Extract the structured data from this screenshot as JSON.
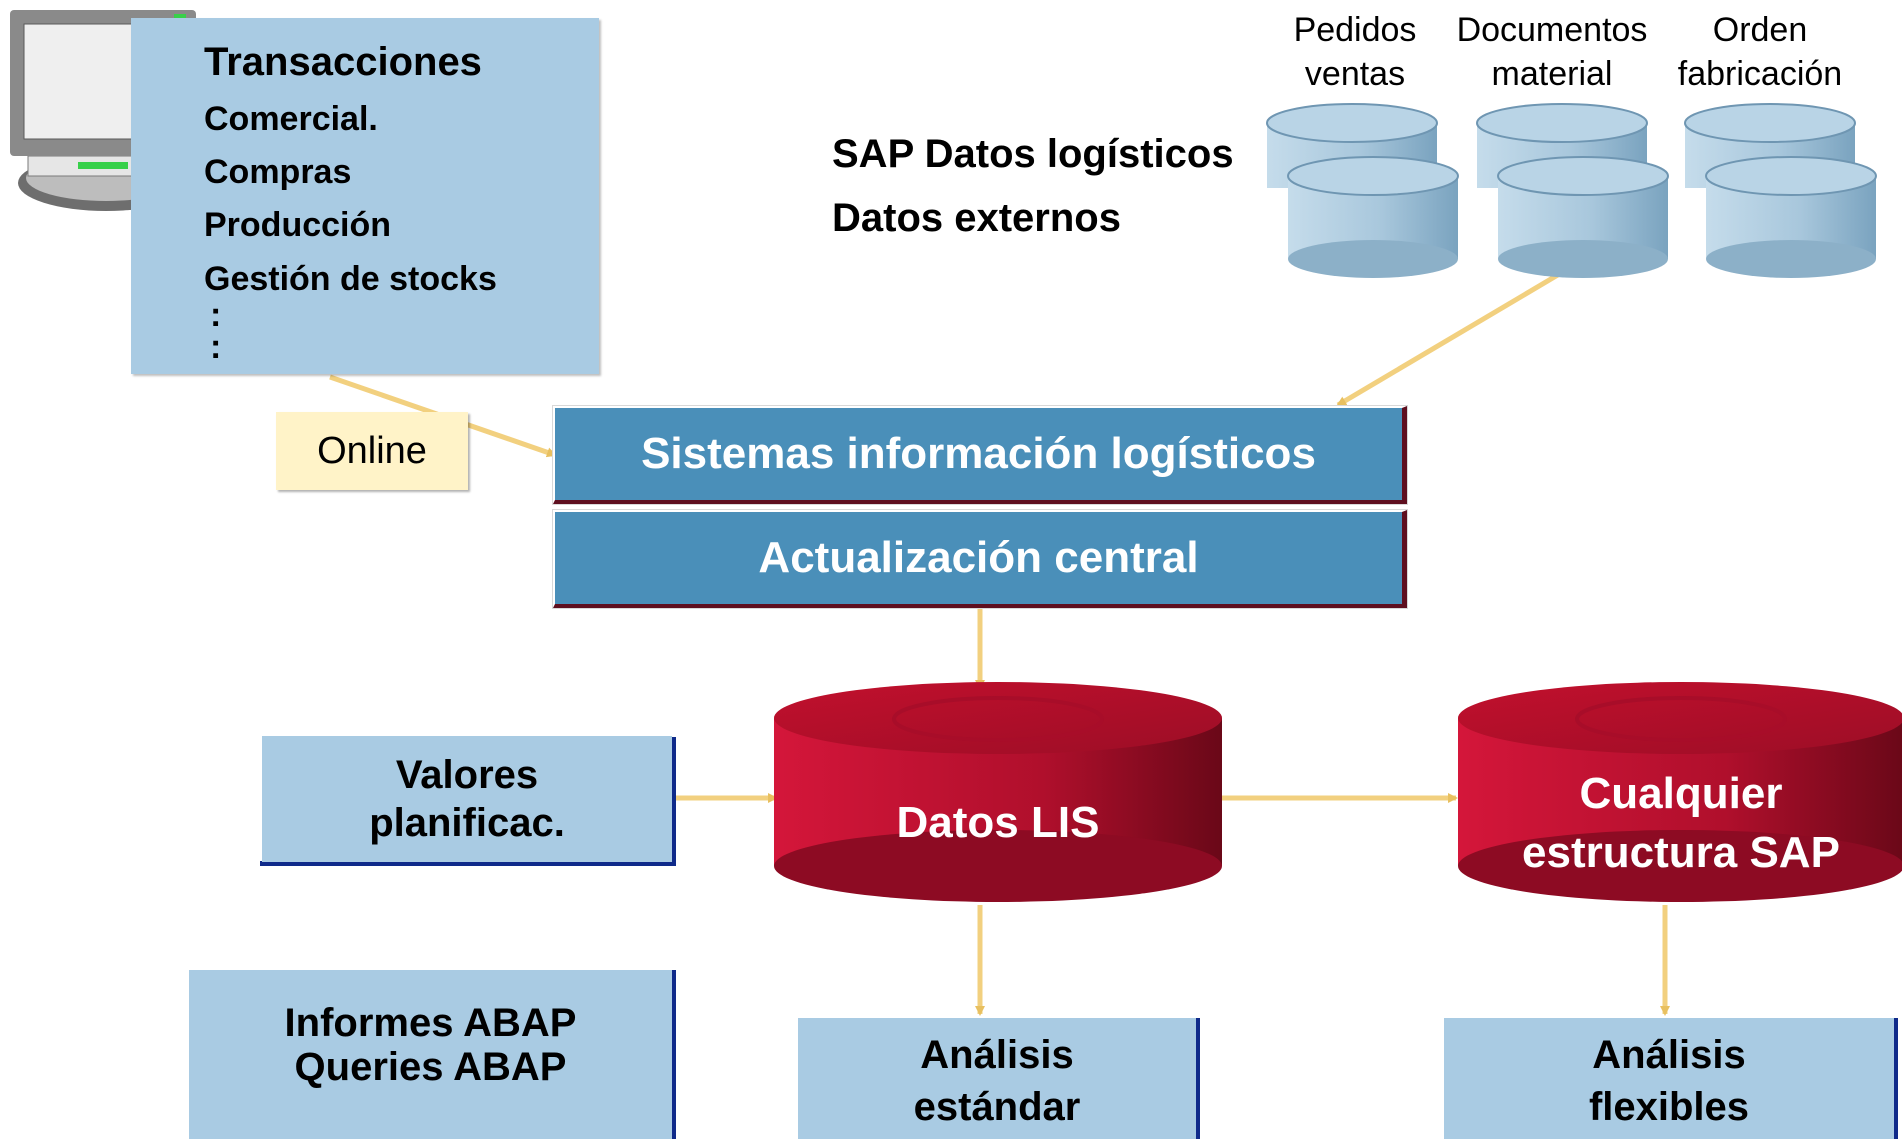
{
  "transactions": {
    "title": "Transacciones",
    "items": [
      "Comercial.",
      "Compras",
      "Producción",
      "Gestión de stocks"
    ],
    "ellipsis": ":"
  },
  "online_label": "Online",
  "sap_data": {
    "line1": "SAP Datos logísticos",
    "line2": "Datos externos"
  },
  "databases": [
    {
      "line1": "Pedidos",
      "line2": "ventas"
    },
    {
      "line1": "Documentos",
      "line2": "material"
    },
    {
      "line1": "Orden",
      "line2": "fabricación"
    }
  ],
  "bars": {
    "lis": "Sistemas información logísticos",
    "update": "Actualización central"
  },
  "planning": {
    "line1": "Valores",
    "line2": "planificac."
  },
  "lis_data": "Datos LIS",
  "sap_structure": {
    "line1": "Cualquier",
    "line2": "estructura SAP"
  },
  "abap": {
    "line1": "Informes ABAP",
    "line2": "Queries ABAP"
  },
  "standard_analysis": {
    "line1": "Análisis",
    "line2": "estándar"
  },
  "flexible_analysis": {
    "line1": "Análisis",
    "line2": "flexibles"
  },
  "colors": {
    "light_blue": "#a9cbe3",
    "dark_blue_bar": "#4a8fb9",
    "red_cylinder": "#c8102e",
    "arrow": "#f3d58a",
    "online_label": "#fff3c8"
  }
}
